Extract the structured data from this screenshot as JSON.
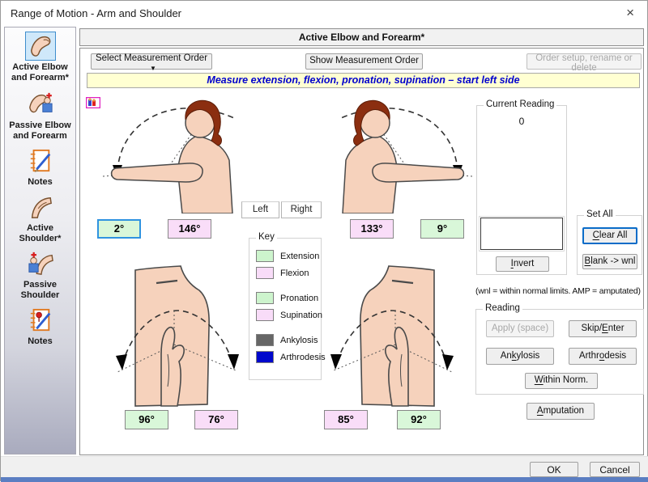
{
  "window": {
    "title": "Range of Motion - Arm and Shoulder",
    "close": "×"
  },
  "sidebar": {
    "items": [
      {
        "label": "Active Elbow and Forearm*",
        "icon": "elbow-icon",
        "selected": true
      },
      {
        "label": "Passive Elbow and Forearm",
        "icon": "passive-elbow-icon",
        "selected": false
      },
      {
        "label": "Notes",
        "icon": "notes-icon",
        "selected": false
      },
      {
        "label": "Active Shoulder*",
        "icon": "shoulder-icon",
        "selected": false
      },
      {
        "label": "Passive Shoulder",
        "icon": "passive-shoulder-icon",
        "selected": false
      },
      {
        "label": "Notes",
        "icon": "notes-pin-icon",
        "selected": false
      }
    ]
  },
  "header": {
    "title": "Active Elbow and Forearm*"
  },
  "toolbar": {
    "select_order_label": "Select Measurement Order",
    "dropdown_glyph": "▼",
    "show_order_label": "Show Measurement Order",
    "order_setup_label": "Order setup, rename or delete"
  },
  "banner": {
    "text": "Measure extension, flexion, pronation, supination – start left side",
    "bg": "#ffffd2",
    "text_color": "#0000cd"
  },
  "tabs": {
    "left": "Left",
    "right": "Right"
  },
  "measurements": {
    "top_left_extension": {
      "value": "2°",
      "bg": "#d9f7d9",
      "selected": true
    },
    "top_left_flexion": {
      "value": "146°",
      "bg": "#f9ddf8",
      "selected": false
    },
    "top_right_flexion": {
      "value": "133°",
      "bg": "#f9ddf8",
      "selected": false
    },
    "top_right_extension": {
      "value": "9°",
      "bg": "#d9f7d9",
      "selected": false
    },
    "bottom_left_pronation": {
      "value": "96°",
      "bg": "#d9f7d9",
      "selected": false
    },
    "bottom_left_supination": {
      "value": "76°",
      "bg": "#f9ddf8",
      "selected": false
    },
    "bottom_right_supination": {
      "value": "85°",
      "bg": "#f9ddf8",
      "selected": false
    },
    "bottom_right_pronation": {
      "value": "92°",
      "bg": "#d9f7d9",
      "selected": false
    }
  },
  "key": {
    "title": "Key",
    "items": [
      {
        "label": "Extension",
        "color": "#cdf4cd"
      },
      {
        "label": "Flexion",
        "color": "#f8dcf8"
      },
      {
        "label": "Pronation",
        "color": "#cdf4cd"
      },
      {
        "label": "Supination",
        "color": "#f8dcf8"
      },
      {
        "label": "Ankylosis",
        "color": "#666666"
      },
      {
        "label": "Arthrodesis",
        "color": "#0008cc"
      }
    ]
  },
  "current_reading": {
    "title": "Current Reading",
    "value": "0",
    "input_value": "",
    "invert_parts": [
      "",
      "I",
      "nvert"
    ]
  },
  "set_all": {
    "title": "Set All",
    "clear_all_parts": [
      "",
      "C",
      "lear All"
    ],
    "blank_wnl_parts": [
      "",
      "B",
      "lank -> wnl"
    ]
  },
  "note": "(wnl = within normal limits. AMP = amputated)",
  "reading": {
    "title": "Reading",
    "apply_label": "Apply (space)",
    "skip_parts": [
      "Skip/",
      "E",
      "nter"
    ],
    "ankylosis_parts": [
      "An",
      "k",
      "ylosis"
    ],
    "arthrodesis_parts": [
      "Arthr",
      "o",
      "desis"
    ],
    "within_parts": [
      "",
      "W",
      "ithin Norm."
    ],
    "amputation_parts": [
      "",
      "A",
      "mputation"
    ]
  },
  "footer": {
    "ok": "OK",
    "cancel": "Cancel"
  }
}
